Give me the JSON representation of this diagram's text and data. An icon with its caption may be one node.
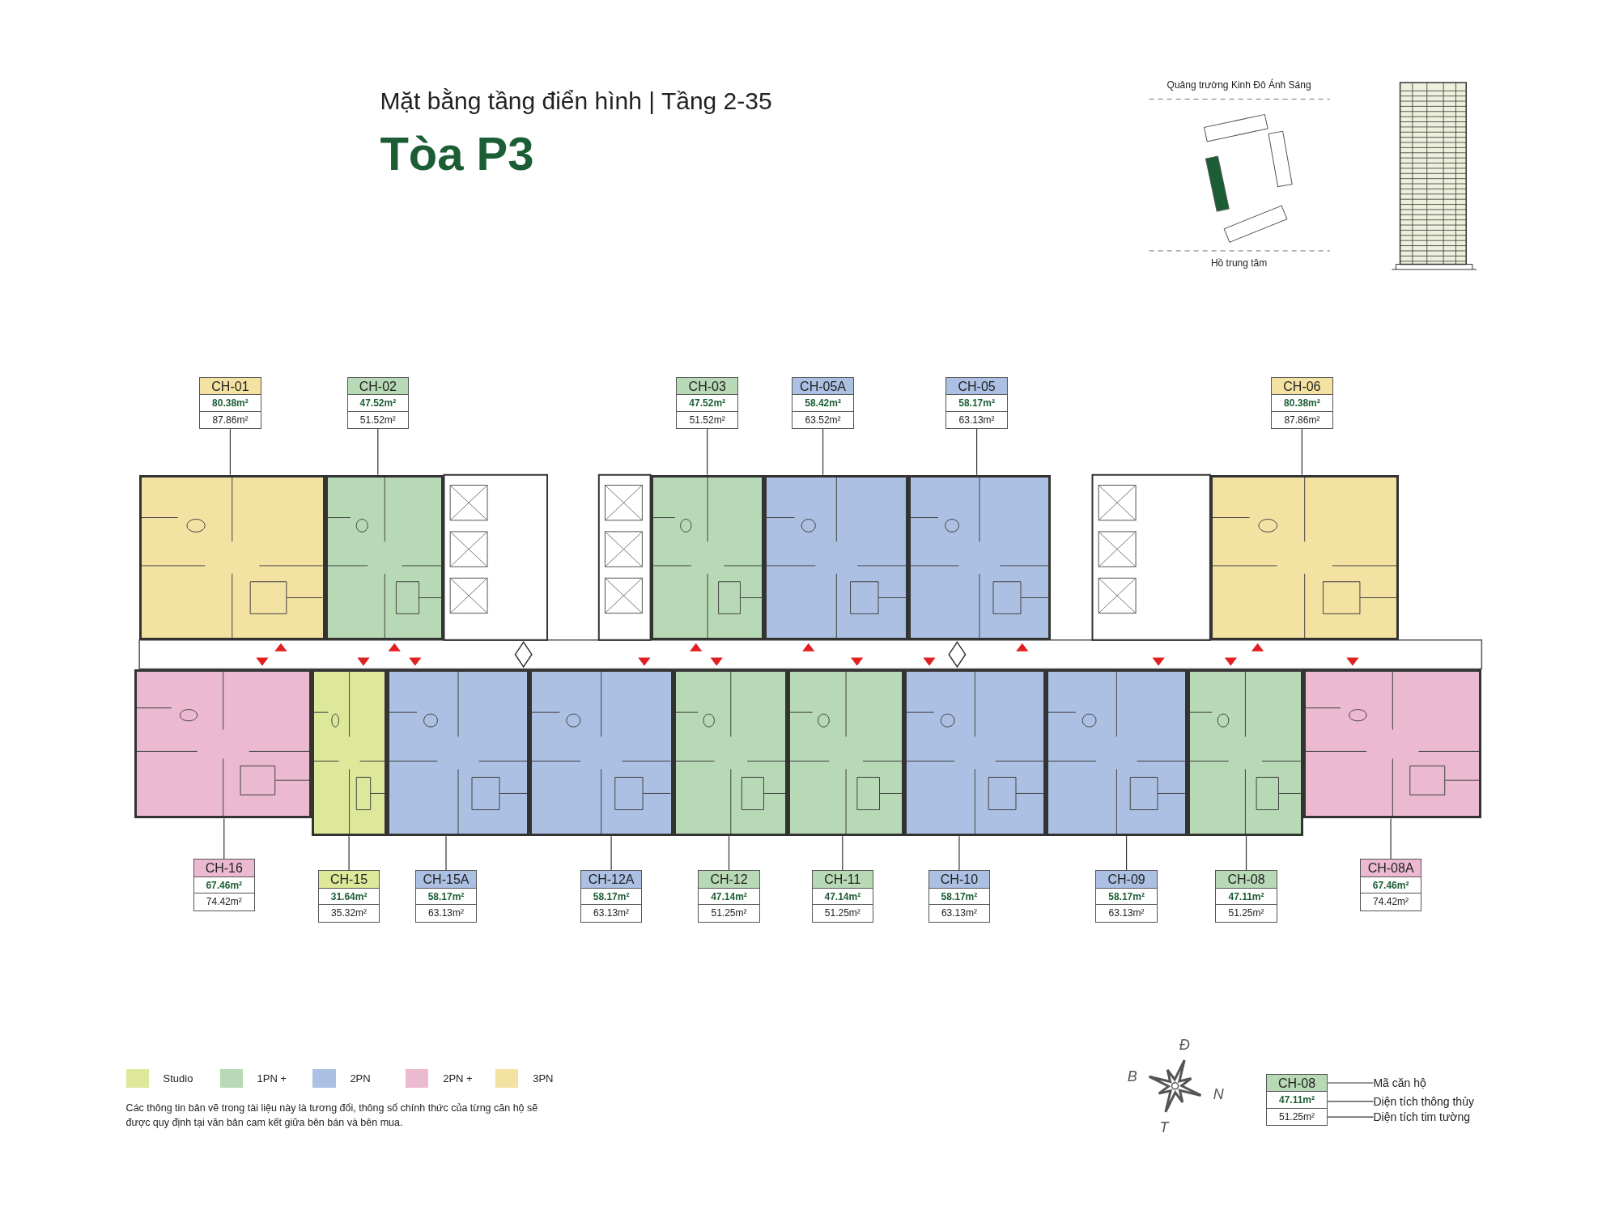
{
  "diagram": {
    "title": "Tòa P3",
    "caption": "Các thông tin bản vẽ trong tài liệu này là tương đối, thông số chính thức của từng căn hộ sẽ được quy định tại văn bản cam kết giữa bên bán và bên mua.",
    "nodes": [
      {
        "text": [
          "CH-01",
          "80.38m²",
          "87.86m²"
        ]
      },
      {
        "text": [
          "CH-02",
          "47.52m²",
          "51.52m²"
        ]
      },
      {
        "text": [
          "CH-03",
          "47.52m²",
          "51.52m²"
        ]
      },
      {
        "text": [
          "CH-05A",
          "58.42m²",
          "63.52m²"
        ]
      },
      {
        "text": [
          "CH-05",
          "58.17m²",
          "63.13m²"
        ]
      },
      {
        "text": [
          "CH-06",
          "80.38m²",
          "87.86m²"
        ]
      },
      {
        "text": [],
        "shape": "box"
      },
      {
        "text": [],
        "shape": "box"
      },
      {
        "text": [],
        "shape": "box"
      },
      {
        "text": [],
        "shape": "box"
      },
      {
        "text": [],
        "shape": "box"
      },
      {
        "text": [],
        "shape": "box"
      },
      {
        "text": [],
        "shape": "box"
      },
      {
        "text": [],
        "shape": "box"
      },
      {
        "text": [],
        "shape": "box"
      },
      {
        "text": [],
        "shape": "box"
      },
      {
        "text": [],
        "shape": "box"
      },
      {
        "text": [],
        "shape": "box"
      },
      {
        "text": [],
        "shape": "box"
      },
      {
        "text": [],
        "shape": "box"
      },
      {
        "text": [],
        "shape": "box"
      },
      {
        "text": [],
        "shape": "box"
      },
      {
        "text": [
          "CH-16",
          "67.46m²",
          "74.42m²"
        ]
      },
      {
        "text": [
          "CH-15",
          "31.64m²",
          "35.32m²"
        ]
      },
      {
        "text": [
          "CH-15A",
          "58.17m²",
          "63.13m²"
        ]
      },
      {
        "text": [
          "CH-12A",
          "58.17m²",
          "63.13m²"
        ]
      },
      {
        "text": [
          "CH-12",
          "47.14m²",
          "51.25m²"
        ]
      },
      {
        "text": [
          "CH-11",
          "47.14m²",
          "51.25m²"
        ]
      },
      {
        "text": [
          "CH-10",
          "58.17m²",
          "63.13m²"
        ]
      },
      {
        "text": [
          "CH-09",
          "58.17m²",
          "63.13m²"
        ]
      },
      {
        "text": [
          "CH-08",
          "47.11m²",
          "51.25m²"
        ]
      },
      {
        "text": [
          "CH-08A",
          "67.46m²",
          "74.42m²"
        ]
      },
      {
        "text": [
          "CH-08",
          "47.11m²",
          "51.25m²"
        ]
      },
      {
        "text": [
          "Mã căn hộ"
        ]
      },
      {
        "text": [
          "Diện tích thông thủy"
        ]
      },
      {
        "text": [
          "Diện tích tim tường"
        ]
      }
    ],
    "edges": [
      {
        "from": 0,
        "to": 6,
        "arrow": "none"
      },
      {
        "from": 1,
        "to": 7,
        "arrow": "none"
      },
      {
        "from": 2,
        "to": 8,
        "arrow": "none"
      },
      {
        "from": 3,
        "to": 9,
        "arrow": "none"
      },
      {
        "from": 4,
        "to": 10,
        "arrow": "none"
      },
      {
        "from": 5,
        "to": 11,
        "arrow": "none"
      },
      {
        "from": 22,
        "to": 12,
        "arrow": "none"
      },
      {
        "from": 23,
        "to": 13,
        "arrow": "none"
      },
      {
        "from": 24,
        "to": 14,
        "arrow": "none"
      },
      {
        "from": 25,
        "to": 15,
        "arrow": "none"
      },
      {
        "from": 26,
        "to": 16,
        "arrow": "none"
      },
      {
        "from": 27,
        "to": 17,
        "arrow": "none"
      },
      {
        "from": 28,
        "to": 18,
        "arrow": "none"
      },
      {
        "from": 29,
        "to": 19,
        "arrow": "none"
      },
      {
        "from": 30,
        "to": 20,
        "arrow": "none"
      },
      {
        "from": 31,
        "to": 21,
        "arrow": "none"
      },
      {
        "from": 33,
        "to": 32,
        "arrow": "none"
      },
      {
        "from": 34,
        "to": 32,
        "arrow": "none"
      },
      {
        "from": 35,
        "to": 32,
        "arrow": "none"
      }
    ],
    "labels": [
      "Mặt bằng tầng điển hình | Tầng 2-35",
      "Quảng trường Kinh Đô Ánh Sáng",
      "Hồ trung tâm",
      "Đ",
      "B",
      "N",
      "T"
    ],
    "legend": [
      {
        "text": "Studio",
        "color": "#dde89b"
      },
      {
        "text": "1PN +",
        "color": "#b8d9b5"
      },
      {
        "text": "2PN",
        "color": "#abc0e2"
      },
      {
        "text": "2PN +",
        "color": "#ebb9d0"
      },
      {
        "text": "3PN",
        "color": "#f3e2a2"
      }
    ]
  }
}
